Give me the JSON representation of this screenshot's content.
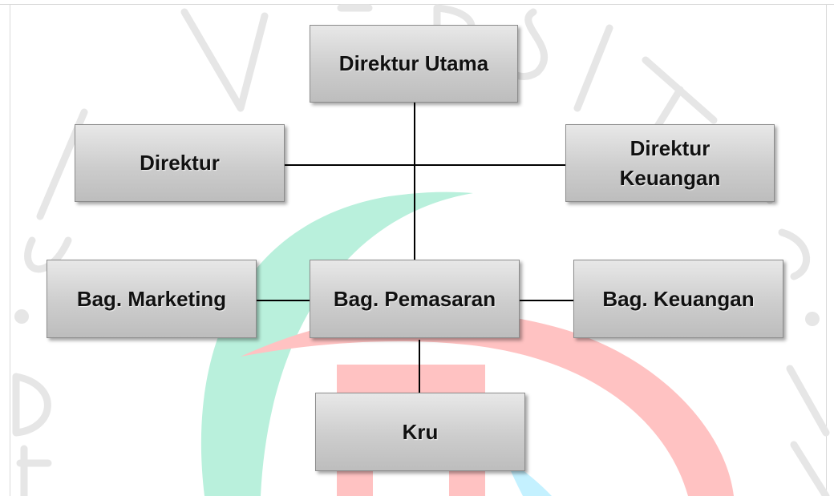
{
  "diagram": {
    "type": "organization-chart",
    "nodes": {
      "direktur_utama": {
        "label": "Direktur Utama"
      },
      "direktur": {
        "label": "Direktur"
      },
      "direktur_keuangan": {
        "line1": "Direktur",
        "line2": "Keuangan"
      },
      "bag_marketing": {
        "label": "Bag. Marketing"
      },
      "bag_pemasaran": {
        "label": "Bag. Pemasaran"
      },
      "bag_keuangan": {
        "label": "Bag. Keuangan"
      },
      "kru": {
        "label": "Kru"
      }
    },
    "edges": [
      [
        "direktur_utama",
        "direktur"
      ],
      [
        "direktur_utama",
        "direktur_keuangan"
      ],
      [
        "direktur_utama",
        "bag_pemasaran"
      ],
      [
        "bag_pemasaran",
        "bag_marketing"
      ],
      [
        "bag_pemasaran",
        "bag_keuangan"
      ],
      [
        "bag_pemasaran",
        "kru"
      ]
    ]
  },
  "colors": {
    "box_fill_top": "#e8e8e8",
    "box_fill_bottom": "#bdbdbd",
    "connector": "#000000",
    "watermark_teal": "#b9f0dc",
    "watermark_red": "#ffc2c2",
    "watermark_cyan": "#c4f1ff",
    "watermark_letters": "#e6e6e6"
  }
}
